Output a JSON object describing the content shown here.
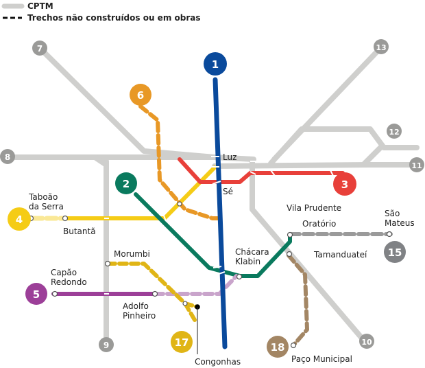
{
  "legend": {
    "cptm": "CPTM",
    "dashed": "Trechos não construídos ou em obras"
  },
  "colors": {
    "cptm": "#cfcfcd",
    "line1": "#0a4a9c",
    "line2": "#0a7a5e",
    "line3": "#e8403a",
    "line4": "#f5cc16",
    "line5": "#9c3f98",
    "line6": "#e89826",
    "line15": "#808285",
    "line17": "#e0b516",
    "line18": "#a38664"
  },
  "lines": {
    "l1": "1",
    "l2": "2",
    "l3": "3",
    "l4": "4",
    "l5": "5",
    "l6": "6",
    "l7": "7",
    "l8": "8",
    "l9": "9",
    "l10": "10",
    "l11": "11",
    "l12": "12",
    "l13": "13",
    "l15": "15",
    "l17": "17",
    "l18": "18"
  },
  "stations": {
    "luz": "Luz",
    "se": "Sé",
    "taboao1": "Taboão",
    "taboao2": "da Serra",
    "butanta": "Butantã",
    "vila_prudente": "Vila Prudente",
    "oratorio": "Oratório",
    "sao_mateus1": "São",
    "sao_mateus2": "Mateus",
    "tamanduatei": "Tamanduateí",
    "chacara1": "Chácara",
    "chacara2": "Klabin",
    "morumbi": "Morumbi",
    "capao1": "Capão",
    "capao2": "Redondo",
    "adolfo1": "Adolfo",
    "adolfo2": "Pinheiro",
    "congonhas": "Congonhas",
    "paco": "Paço Municipal"
  }
}
